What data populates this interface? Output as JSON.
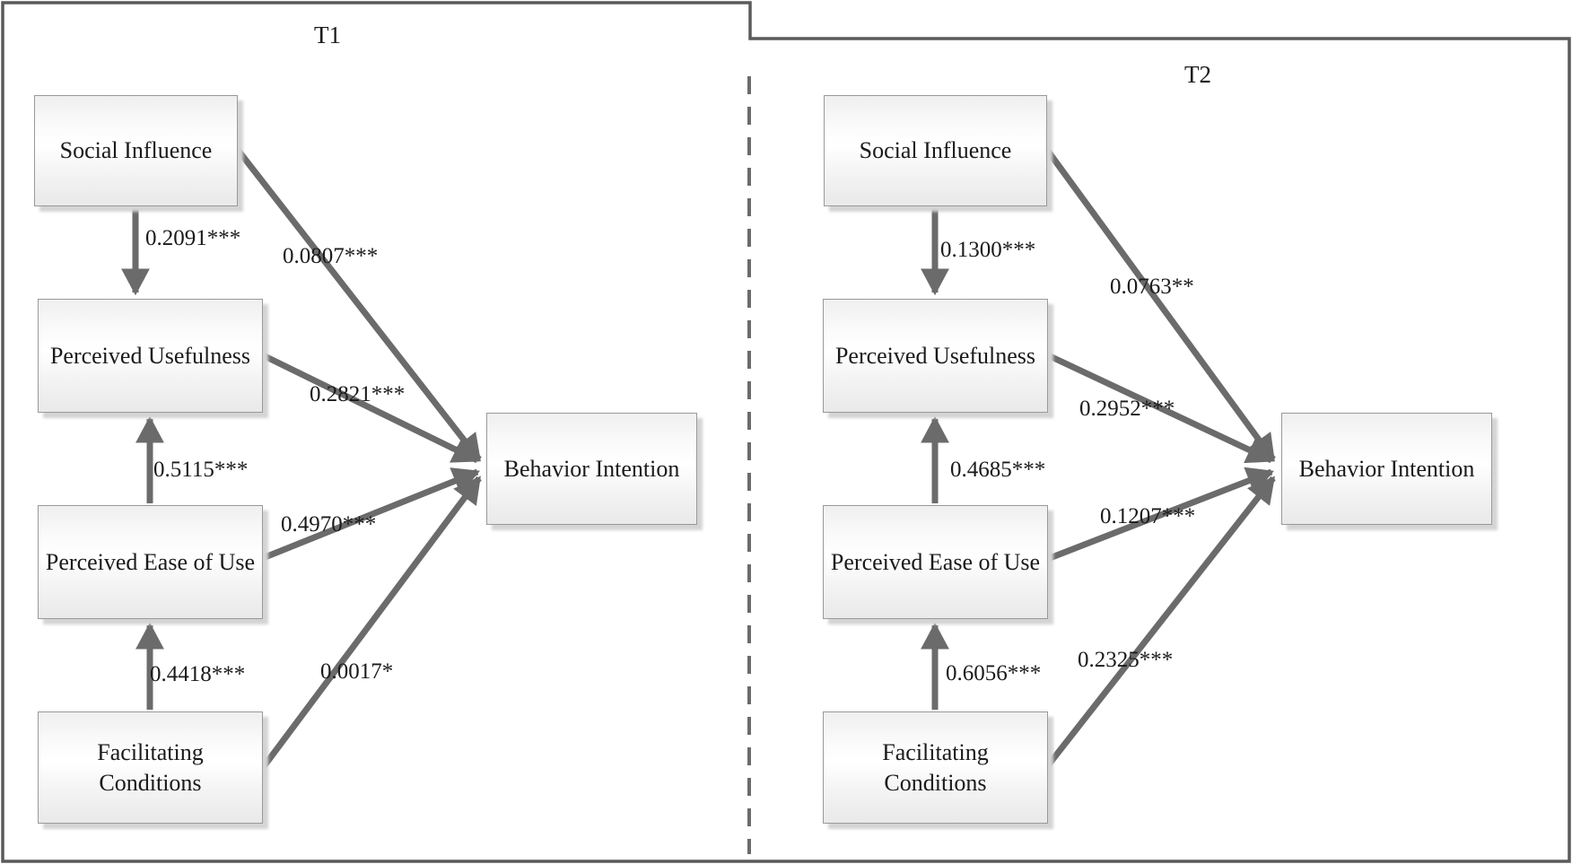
{
  "diagram_title": "TAM path model at two time points",
  "colors": {
    "arrow": "#6b6b6b",
    "outer_border": "#5a5a5a",
    "divider": "#6b6b6b",
    "node_border": "#98999b",
    "node_fill_top": "#efefef",
    "node_fill_bottom": "#e9e9e9",
    "text": "#1a1a1a",
    "background": "#ffffff"
  },
  "panels": [
    {
      "tag": "T1",
      "nodes": [
        {
          "id": "social-influence",
          "label": "Social Influence"
        },
        {
          "id": "perceived-usefulness",
          "label": "Perceived Usefulness"
        },
        {
          "id": "perceived-ease-of-use",
          "label": "Perceived Ease of Use"
        },
        {
          "id": "facilitating-conditions",
          "label": "Facilitating Conditions"
        },
        {
          "id": "behavior-intention",
          "label": "Behavior Intention"
        }
      ],
      "paths": [
        {
          "from": "Social Influence",
          "to": "Perceived Usefulness",
          "coefficient": "0.2091***"
        },
        {
          "from": "Social Influence",
          "to": "Behavior Intention",
          "coefficient": "0.0807***"
        },
        {
          "from": "Perceived Usefulness",
          "to": "Behavior Intention",
          "coefficient": "0.2821***"
        },
        {
          "from": "Perceived Ease of Use",
          "to": "Perceived Usefulness",
          "coefficient": "0.5115***"
        },
        {
          "from": "Perceived Ease of Use",
          "to": "Behavior Intention",
          "coefficient": "0.4970***"
        },
        {
          "from": "Facilitating Conditions",
          "to": "Perceived Ease of Use",
          "coefficient": "0.4418***"
        },
        {
          "from": "Facilitating Conditions",
          "to": "Behavior Intention",
          "coefficient": "0.0017*"
        }
      ]
    },
    {
      "tag": "T2",
      "nodes": [
        {
          "id": "social-influence",
          "label": "Social Influence"
        },
        {
          "id": "perceived-usefulness",
          "label": "Perceived Usefulness"
        },
        {
          "id": "perceived-ease-of-use",
          "label": "Perceived Ease of Use"
        },
        {
          "id": "facilitating-conditions",
          "label": "Facilitating Conditions"
        },
        {
          "id": "behavior-intention",
          "label": "Behavior Intention"
        }
      ],
      "paths": [
        {
          "from": "Social Influence",
          "to": "Perceived Usefulness",
          "coefficient": "0.1300***"
        },
        {
          "from": "Social Influence",
          "to": "Behavior Intention",
          "coefficient": "0.0763**"
        },
        {
          "from": "Perceived Usefulness",
          "to": "Behavior Intention",
          "coefficient": "0.2952***"
        },
        {
          "from": "Perceived Ease of Use",
          "to": "Perceived Usefulness",
          "coefficient": "0.4685***"
        },
        {
          "from": "Perceived Ease of Use",
          "to": "Behavior Intention",
          "coefficient": "0.1207***"
        },
        {
          "from": "Facilitating Conditions",
          "to": "Perceived Ease of Use",
          "coefficient": "0.6056***"
        },
        {
          "from": "Facilitating Conditions",
          "to": "Behavior Intention",
          "coefficient": "0.2325***"
        }
      ]
    }
  ]
}
